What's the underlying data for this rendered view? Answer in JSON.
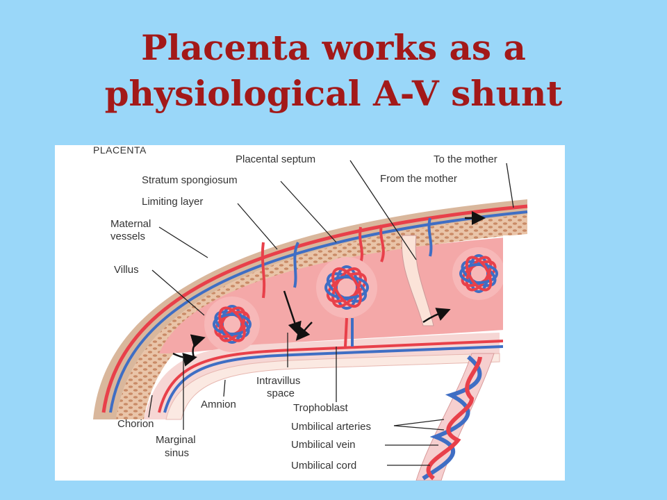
{
  "slide": {
    "title_line1": "Placenta works as a",
    "title_line2": "physiological A-V shunt"
  },
  "figure": {
    "heading": "PLACENTA",
    "labels": {
      "placental_septum": "Placental septum",
      "to_the_mother": "To the mother",
      "from_the_mother": "From the mother",
      "stratum_spongiosum": "Stratum spongiosum",
      "limiting_layer": "Limiting layer",
      "maternal_vessels_1": "Maternal",
      "maternal_vessels_2": "vessels",
      "villus": "Villus",
      "intravillus_space_1": "Intravillus",
      "intravillus_space_2": "space",
      "amnion": "Amnion",
      "trophoblast": "Trophoblast",
      "chorion": "Chorion",
      "umbilical_arteries": "Umbilical arteries",
      "marginal_sinus_1": "Marginal",
      "marginal_sinus_2": "sinus",
      "umbilical_vein": "Umbilical vein",
      "umbilical_cord": "Umbilical cord"
    },
    "colors": {
      "artery": "#e8404a",
      "vein": "#3f6ec4",
      "blood_space": "#f4a8a8",
      "decidua": "#e9c4a8",
      "chorion": "#f6d6d4"
    }
  }
}
